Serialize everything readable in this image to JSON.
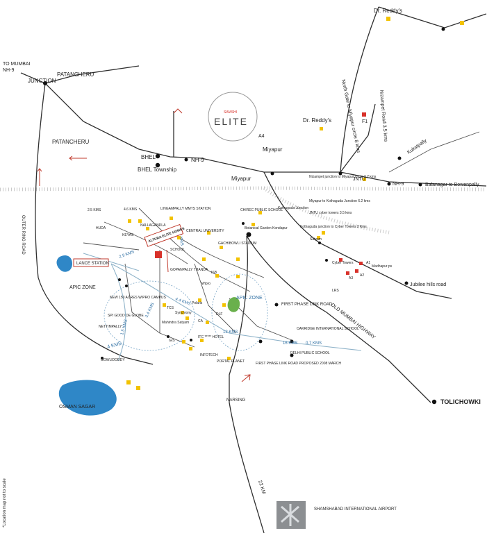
{
  "project": {
    "name": "ELITE",
    "brand": "SAMSHI",
    "tag": "A4"
  },
  "colors": {
    "road": "#2f2f2f",
    "ring_road": "#8fb3c9",
    "marker": "#f2c200",
    "marker_alt": "#d8312a",
    "water": "#2f87c7",
    "rail": "#c9c9c9"
  },
  "labels": {
    "to_mumbai": "TO MUMBAI",
    "nh9_top": "NH-9",
    "junction": "JUNCTION",
    "patancheru_top": "PATANCHERU",
    "patancheru_left": "PATANCHERU",
    "bhel": "BHEL",
    "bhel_township": "BHEL Township",
    "nh9_mid": "NH-9",
    "nh9_right": "NH-9",
    "miyapur": "Miyapur",
    "miyapur_upper": "Miyapur",
    "dr_reddys_top": "Dr. Reddy's",
    "dr_reddys_mid": "Dr. Reddy's",
    "north_gate": "North Gate to Miyapur circle 8 kms",
    "nizampet_road": "Nizampet Road 3.5 kms",
    "kukatpally": "Kukatpally",
    "balanagar": "Balanagar to Bowenpally",
    "jntu": "JNTU",
    "nizampet_junction": "Nizampet junction to Miyapur circle 3.2 kms",
    "kothaguda_junction": "Miyapur to Kothaguda Junction 6.2 kms",
    "kothaguda": "Kothaguda Junction",
    "jntu_cyber": "JNTU cyber towers 3.5 kms",
    "kothaguda_cyber": "Kothaguda junction to Cyber Towers 2 Kms",
    "satyam": "Satyam",
    "chirec": "CHIREC PUBLIC SCHOOL",
    "botanical": "Botanical Garden Kondapur",
    "cyber_towers": "Cyber Towers",
    "madhapur": "Madhapur ps",
    "jubilee": "Jubilee hills road",
    "lingampally": "LINGAMPALLY MMTS STATION",
    "central_university": "CENTRAL UNIVERSITY",
    "gachibowli_stadium": "GACHIBOWLI STADIUM",
    "isb": "ISB",
    "wipro": "Wipro",
    "apic_zone_right": "APIC ZONE",
    "apic_zone_left": "APIC ZONE",
    "first_phase": "FIRST PHASE LINK ROAD",
    "old_mumbai": "OLD MUMBAI HIGHWAY",
    "oakridge": "OAKRIDGE INTERNATIONAL SCHOOL",
    "delhi_public": "DELHI PUBLIC SCHOOL",
    "tolichowki": "TOLICHOWKI",
    "first_phase_proposed": "FIRST PHASE LINK ROAD PROPOSED 2008 MARCH",
    "narsing": "NARSING",
    "outer_ring_road": "OUTER RING ROAD",
    "osman_sagar": "OSMAN SAGAR",
    "shamshabad": "SHAMSHABAD INTERNATIONAL AIRPORT",
    "km_22": "22 KM",
    "kms_4": "4 KMS",
    "kms_12": "12 KMS",
    "kms_14": "14 KMS",
    "kms_16": "16 KMS",
    "kms_07": "0.7 KMS",
    "kms_29": "2.9 KMS",
    "kms_44": "4.4 KMS",
    "kms_34": "3.4 KMS",
    "kms_15": "1.5 KMS",
    "kms_25": "2.5 KMS",
    "kms_46": "4.6 KMS",
    "place_station": "LANCE STATION",
    "elite_location": "ALTURA ELITE HOMES",
    "polaris": "Polaris",
    "infotech": "INFOTECH",
    "portal_planet": "PORTAL PLANET",
    "hotel": "ITC ***** HOTEL",
    "tcs": "TCS",
    "synchrony": "Synchrony",
    "ca": "CA",
    "dlf": "DLF",
    "gis": "GIS",
    "a1": "A1",
    "a2": "A2",
    "a3": "A3",
    "f1": "F1",
    "lrs": "LRS",
    "mahindra": "Mahindra Satyam",
    "keyas": "KEYAS",
    "huda": "HUDA",
    "nallagandla": "NALLAGANDLA",
    "gopanpally": "GOPANPALLY THANDA",
    "spi_school": "SPI GOOD DE GLOBE",
    "wipro_campus": "NEW 150 ACRES WIPRO CAMPUS",
    "nettimpally": "NETTIMPALLY",
    "gowlidoddy": "GOWLIDODDY",
    "school": "SCHOOL",
    "disclaimer": "*Location map not to scale"
  }
}
